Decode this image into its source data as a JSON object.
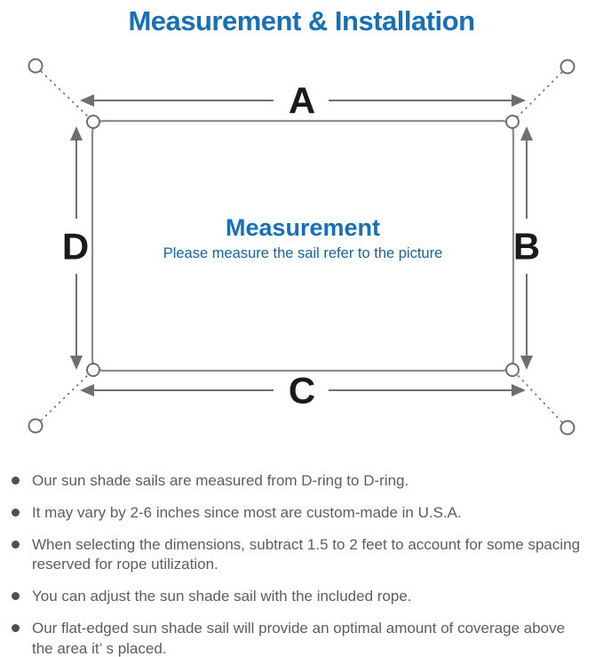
{
  "header": {
    "title": "Measurement & Installation"
  },
  "diagram": {
    "center_title": "Measurement",
    "center_subtitle": "Please measure the sail refer to the picture",
    "dimension_labels": {
      "top": "A",
      "right": "B",
      "bottom": "C",
      "left": "D"
    }
  },
  "notes": {
    "items": [
      "Our sun shade sails are measured from D-ring to D-ring.",
      "It may vary by 2-6 inches since most are custom-made in U.S.A.",
      "When selecting the dimensions, subtract 1.5 to 2 feet to account for some spacing reserved for rope utilization.",
      "You can adjust the sun shade sail with the included rope.",
      "Our flat-edged sun shade sail will provide an optimal amount of coverage above the area it’ s placed."
    ]
  },
  "colors": {
    "accent": "#1670b8",
    "subtitle-blue": "#1563a9",
    "line-gray": "#8d8d8d",
    "arrow-gray": "#6e6e6e",
    "label-ink": "#1a1a1a",
    "note-text": "#5d5d5d",
    "bullet-dot": "#4f4f4f",
    "background": "#ffffff"
  }
}
